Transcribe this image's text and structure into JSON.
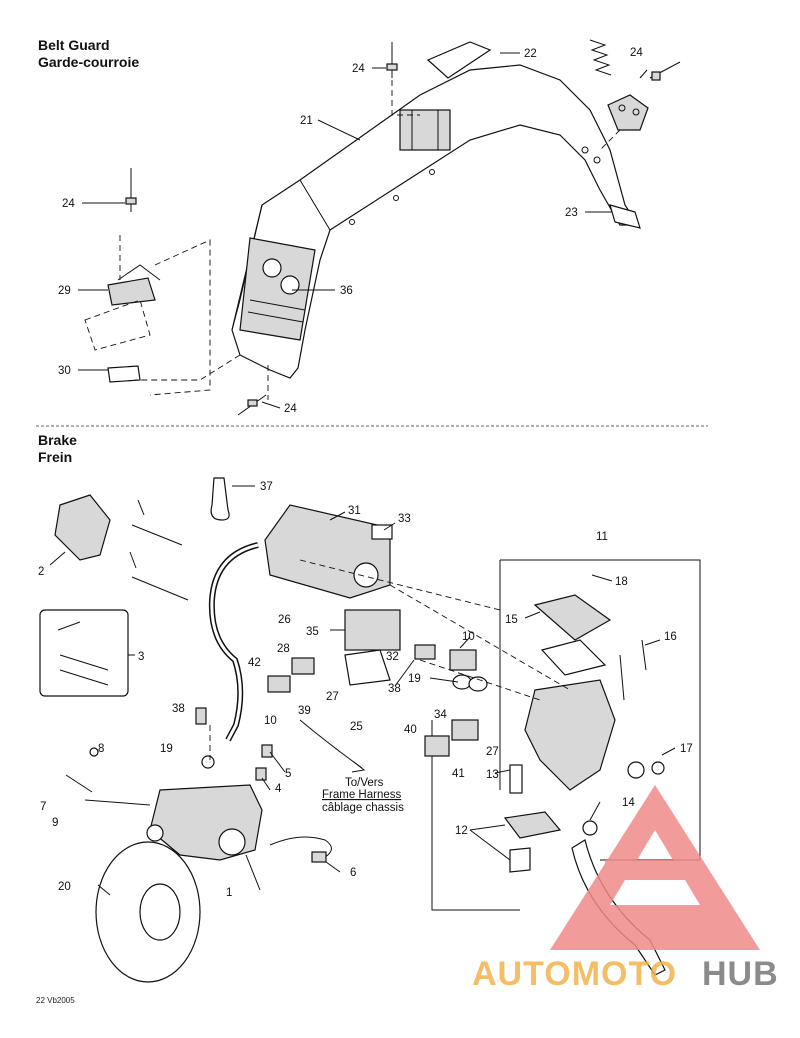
{
  "sections": {
    "belt_guard": {
      "title_en": "Belt Guard",
      "title_fr": "Garde-courroie"
    },
    "brake": {
      "title_en": "Brake",
      "title_fr": "Frein"
    }
  },
  "callouts": {
    "c22": "22",
    "c24a": "24",
    "c24b": "24",
    "c21": "21",
    "c24c": "24",
    "c23": "23",
    "c29": "29",
    "c36": "36",
    "c30": "30",
    "c24d": "24",
    "c37": "37",
    "c31": "31",
    "c33": "33",
    "c11": "11",
    "c2": "2",
    "c18": "18",
    "c26": "26",
    "c15": "15",
    "c16": "16",
    "c3": "3",
    "c35": "35",
    "c10a": "10",
    "c28": "28",
    "c32": "32",
    "c42": "42",
    "c38a": "38",
    "c19a": "19",
    "c39": "39",
    "c27a": "27",
    "c25": "25",
    "c38b": "38",
    "c10b": "10",
    "c34": "34",
    "c19b": "19",
    "c40": "40",
    "c17": "17",
    "c27b": "27",
    "c8": "8",
    "c5": "5",
    "c41": "41",
    "c13": "13",
    "c14": "14",
    "c4": "4",
    "c7": "7",
    "c9": "9",
    "c12": "12",
    "c6": "6",
    "c1": "1",
    "c20": "20"
  },
  "notes": {
    "to_vers": "To/Vers",
    "frame_harness": "Frame Harness",
    "cablage_chassis": "câblage chassis"
  },
  "footer_ref": "22 Vb2005",
  "watermark": {
    "part1": "AUTOMOTO",
    "part2": "HUB",
    "color_primary": "#f08a8a",
    "color_secondary": "#f3b24e",
    "color_hub": "#777777"
  }
}
